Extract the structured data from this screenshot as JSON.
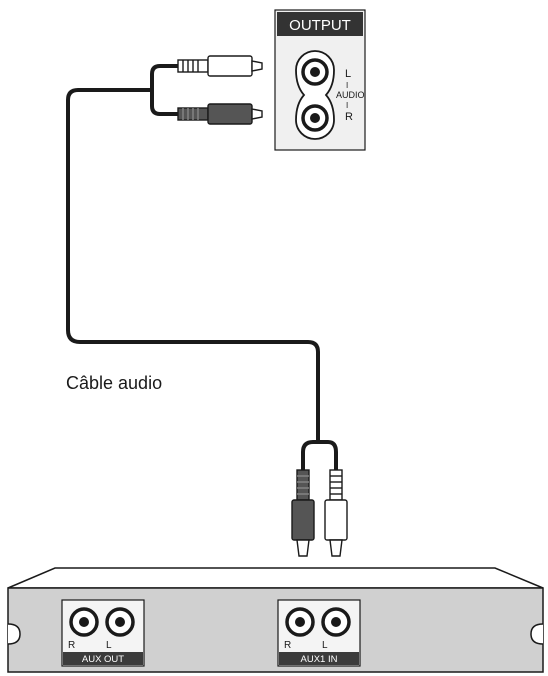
{
  "source_panel": {
    "title": "OUTPUT",
    "label_left": "L",
    "label_sep_top": "I",
    "label_audio": "AUDIO",
    "label_sep_bottom": "I",
    "label_right": "R"
  },
  "cable": {
    "label": "Câble audio"
  },
  "receiver": {
    "group1": {
      "name": "AUX OUT",
      "label_r": "R",
      "label_l": "L"
    },
    "group2": {
      "name": "AUX1 IN",
      "label_r": "R",
      "label_l": "L"
    }
  },
  "colors": {
    "panel_bg": "#f0f0f0",
    "device_face": "#d0d0d0",
    "label_bar": "#3b3b3b",
    "plug_dark": "#555555",
    "plug_light": "#ffffff",
    "outline": "#1a1a1a"
  }
}
